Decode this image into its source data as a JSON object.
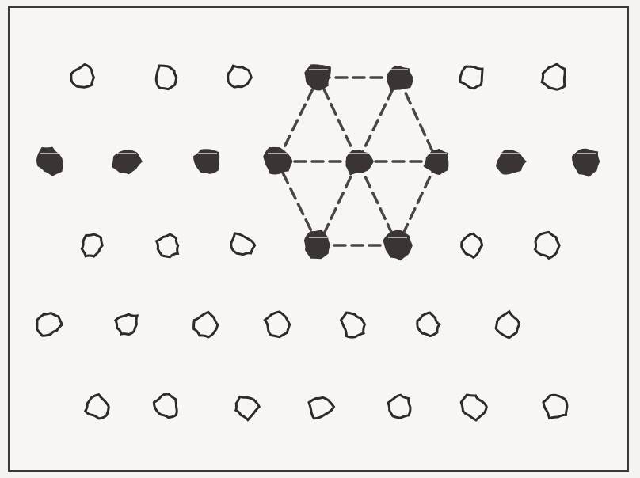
{
  "figure": {
    "description_free": true,
    "colors": {
      "frame": "#3a3a3a",
      "filled_atom": "#3b3434",
      "open_atom_stroke": "#2e2a2a",
      "open_atom_fill": "#f7f6f4",
      "bond_line": "#4a4444",
      "background": "#f7f6f4"
    },
    "rows": [
      {
        "row": 1,
        "atoms": [
          {
            "col": 1,
            "style": "open"
          },
          {
            "col": 2,
            "style": "open"
          },
          {
            "col": 3,
            "style": "open"
          },
          {
            "col": 4,
            "style": "filled"
          },
          {
            "col": 5,
            "style": "filled"
          },
          {
            "col": 6,
            "style": "open"
          },
          {
            "col": 7,
            "style": "open"
          }
        ]
      },
      {
        "row": 2,
        "atoms": [
          {
            "col": 1,
            "style": "filled"
          },
          {
            "col": 2,
            "style": "filled"
          },
          {
            "col": 3,
            "style": "filled"
          },
          {
            "col": 4,
            "style": "filled"
          },
          {
            "col": 5,
            "style": "filled"
          },
          {
            "col": 6,
            "style": "filled"
          },
          {
            "col": 7,
            "style": "filled"
          },
          {
            "col": 8,
            "style": "filled"
          }
        ]
      },
      {
        "row": 3,
        "atoms": [
          {
            "col": 1,
            "style": "open"
          },
          {
            "col": 2,
            "style": "open"
          },
          {
            "col": 3,
            "style": "open"
          },
          {
            "col": 4,
            "style": "filled"
          },
          {
            "col": 5,
            "style": "filled"
          },
          {
            "col": 6,
            "style": "open"
          },
          {
            "col": 7,
            "style": "open"
          }
        ]
      },
      {
        "row": 4,
        "atoms": [
          {
            "col": 1,
            "style": "open"
          },
          {
            "col": 2,
            "style": "open"
          },
          {
            "col": 3,
            "style": "open"
          },
          {
            "col": 4,
            "style": "open"
          },
          {
            "col": 5,
            "style": "open"
          },
          {
            "col": 6,
            "style": "open"
          },
          {
            "col": 7,
            "style": "open"
          }
        ]
      },
      {
        "row": 5,
        "atoms": [
          {
            "col": 1,
            "style": "open"
          },
          {
            "col": 2,
            "style": "open"
          },
          {
            "col": 3,
            "style": "open"
          },
          {
            "col": 4,
            "style": "open"
          },
          {
            "col": 5,
            "style": "open"
          },
          {
            "col": 6,
            "style": "open"
          },
          {
            "col": 7,
            "style": "open"
          }
        ]
      }
    ],
    "hexagon": {
      "center": {
        "row": 2,
        "col": 5
      },
      "vertices": [
        {
          "row": 1,
          "col": 4
        },
        {
          "row": 1,
          "col": 5
        },
        {
          "row": 2,
          "col": 6
        },
        {
          "row": 3,
          "col": 5
        },
        {
          "row": 3,
          "col": 4
        },
        {
          "row": 2,
          "col": 4
        }
      ],
      "line_style": "dashed"
    }
  }
}
